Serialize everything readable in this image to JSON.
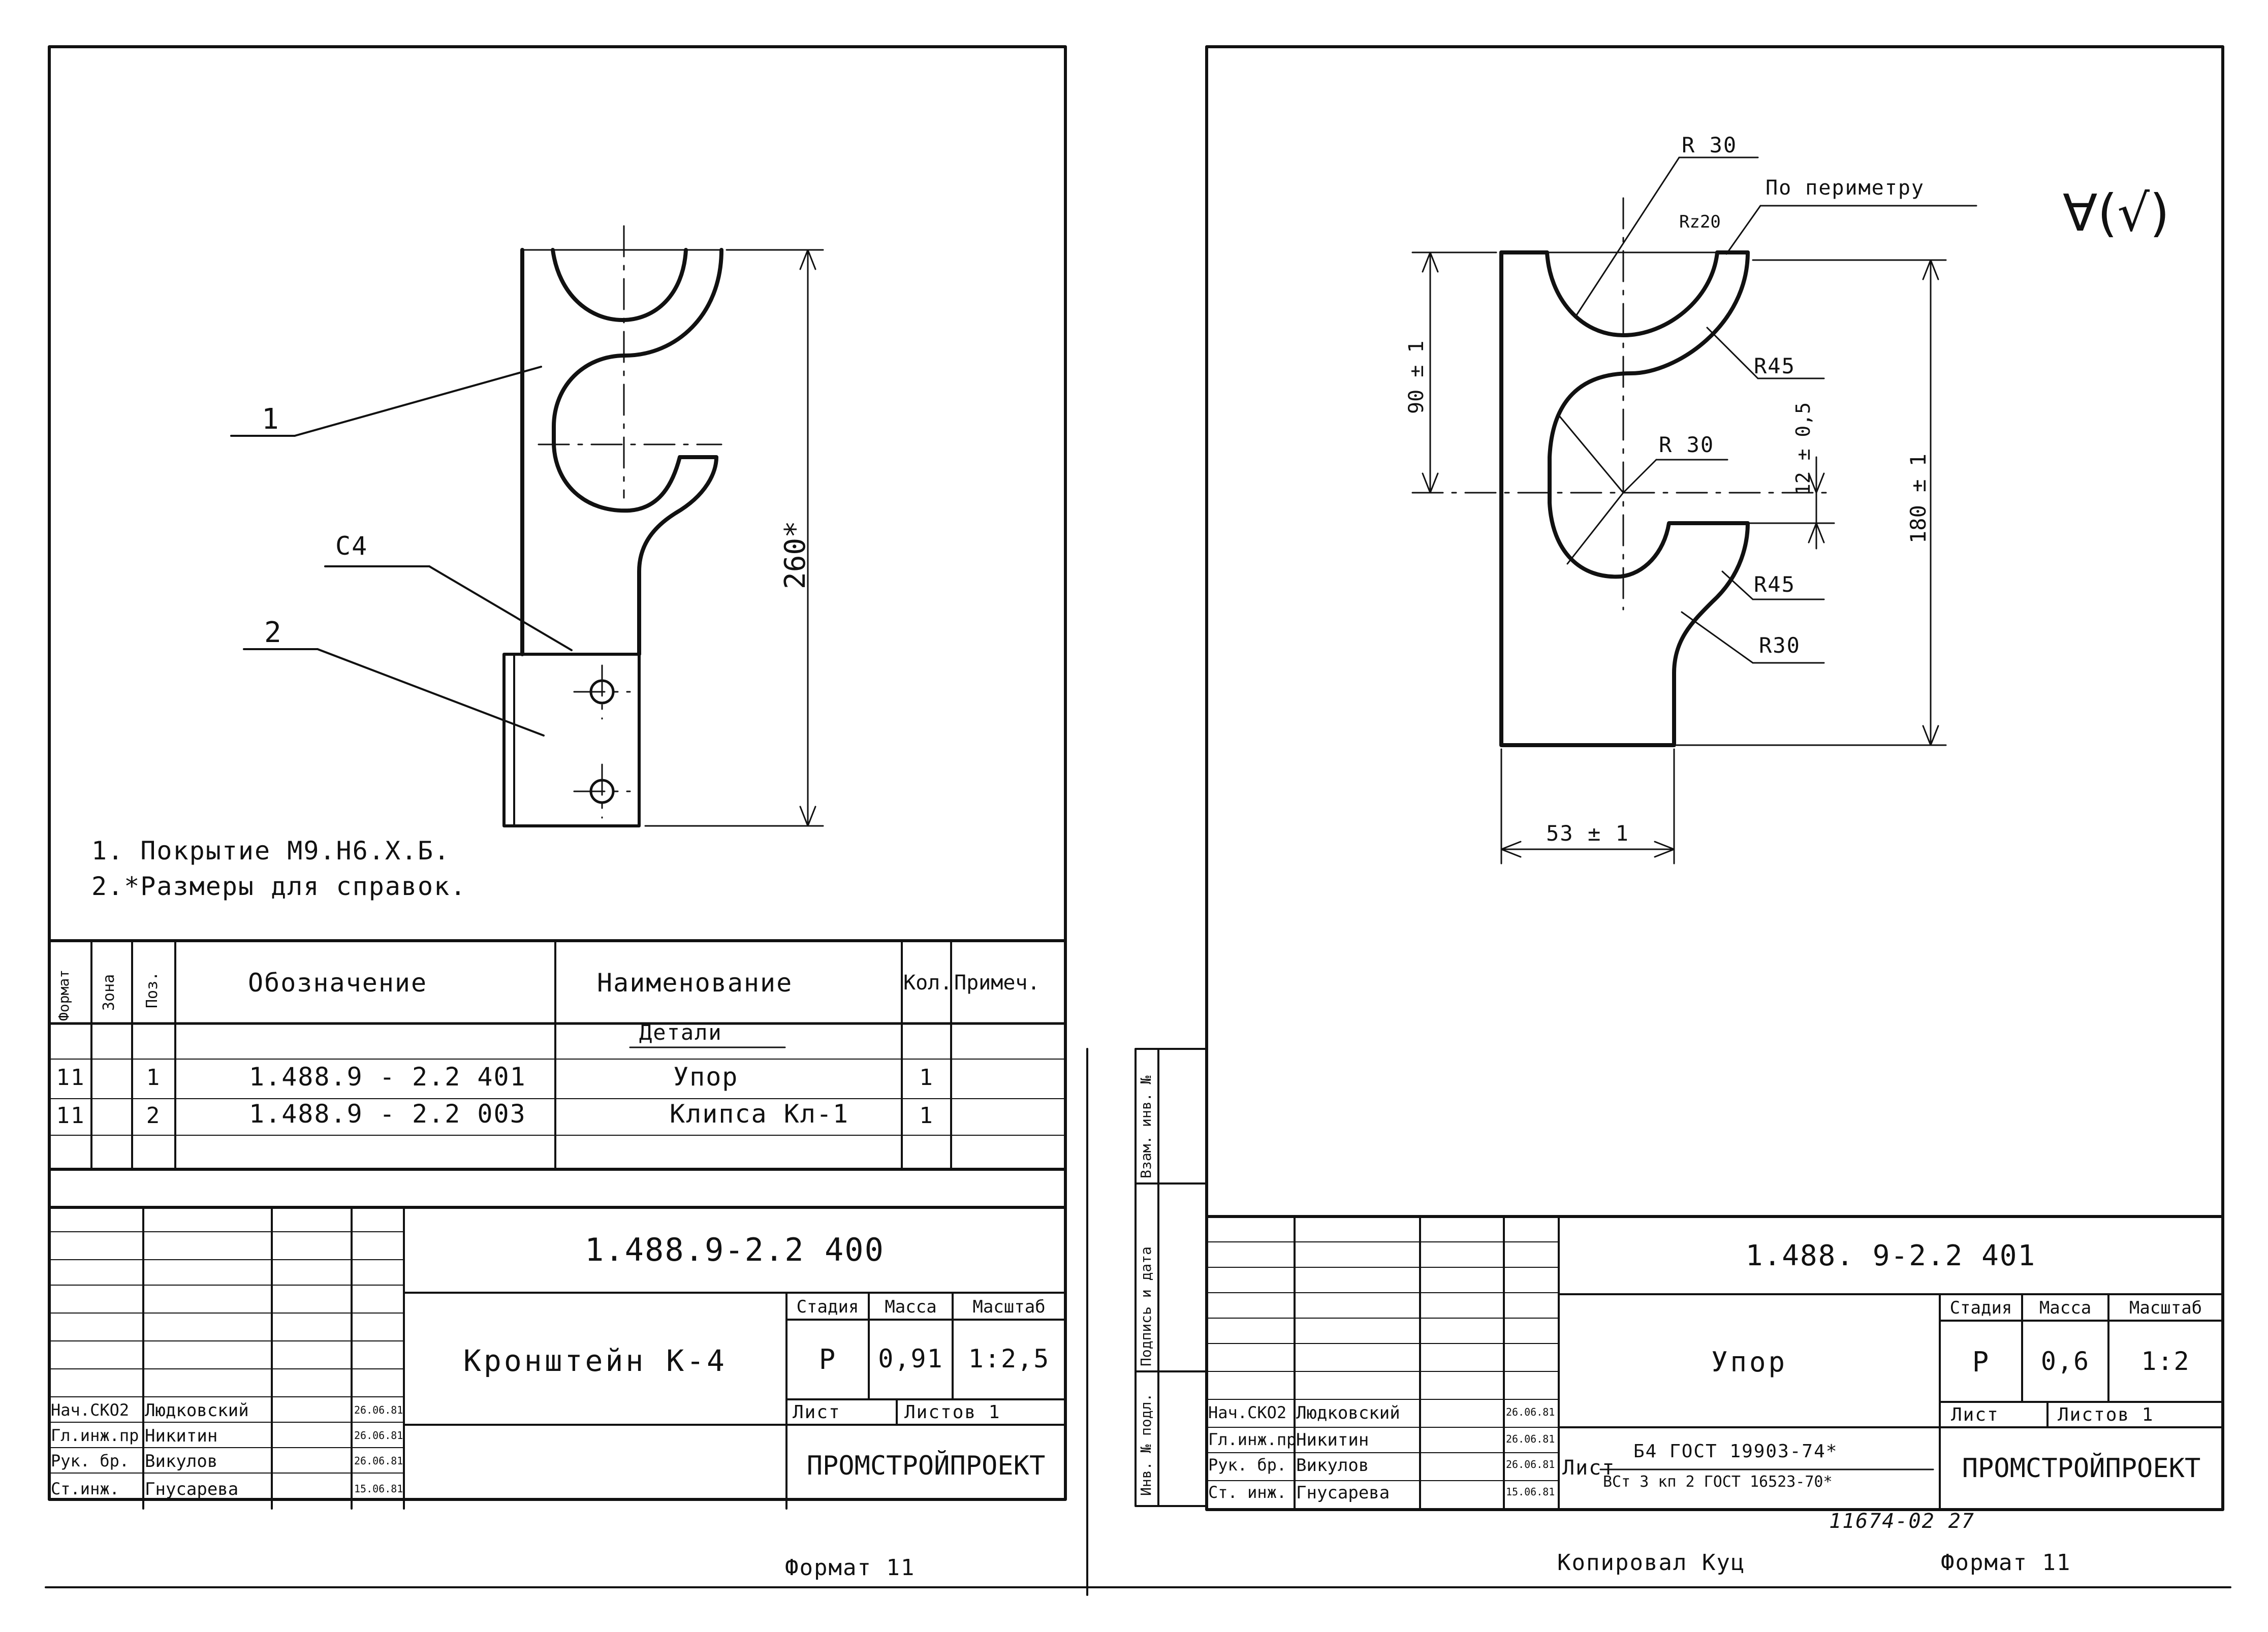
{
  "left_sheet": {
    "callouts": {
      "pos1": "1",
      "pos2": "2",
      "chamfer": "С4"
    },
    "dim_height": "260*",
    "notes": [
      "1. Покрытие М9.Н6.Х.Б.",
      "2.*Размеры для справок."
    ],
    "spec": {
      "headers": {
        "format": "Формат",
        "zone": "Зона",
        "pos": "Поз.",
        "designation": "Обозначение",
        "name": "Наименование",
        "qty": "Кол.",
        "note": "Примеч."
      },
      "section": "Детали",
      "rows": [
        {
          "format": "11",
          "pos": "1",
          "designation": "1.488.9 - 2.2 401",
          "name": "Упор",
          "qty": "1"
        },
        {
          "format": "11",
          "pos": "2",
          "designation": "1.488.9 - 2.2 003",
          "name": "Клипса Кл-1",
          "qty": "1"
        }
      ]
    },
    "title_block": {
      "code": "1.488.9-2.2 400",
      "name": "Кронштейн К-4",
      "stage_label": "Стадия",
      "mass_label": "Масса",
      "scale_label": "Масштаб",
      "stage": "Р",
      "mass": "0,91",
      "scale": "1:2,5",
      "sheet_label": "Лист",
      "sheets_label": "Листов 1",
      "org": "ПРОМСТРОЙПРОЕКТ",
      "people": [
        {
          "role": "Нач.СКО2",
          "name": "Людковский",
          "date": "26.06.81"
        },
        {
          "role": "Гл.инж.пр",
          "name": "Никитин",
          "date": "26.06.81"
        },
        {
          "role": "Рук. бр.",
          "name": "Викулов",
          "date": "26.06.81"
        },
        {
          "role": "Ст.инж.",
          "name": "Гнусарева",
          "date": "15.06.81"
        }
      ]
    },
    "footer": "Формат 11"
  },
  "right_sheet": {
    "dims": {
      "r30_top": "R 30",
      "perimeter": "По периметру",
      "rz": "Rz20",
      "r45_top": "R45",
      "r30_mid": "R 30",
      "h90": "90 ± 1",
      "h12": "12 ± 0,5",
      "r45_bot": "R45",
      "r30_bot": "R30",
      "h180": "180 ± 1",
      "w53": "53 ± 1"
    },
    "roughness": "∀(√)",
    "side_stamps": [
      "Инв. № подл.",
      "Подпись и дата",
      "Взам. инв. №"
    ],
    "title_block": {
      "code": "1.488. 9-2.2 401",
      "name": "Упор",
      "stage_label": "Стадия",
      "mass_label": "Масса",
      "scale_label": "Масштаб",
      "stage": "Р",
      "mass": "0,6",
      "scale": "1:2",
      "sheet_label": "Лист",
      "sheets_label": "Листов 1",
      "material_label": "Лист",
      "material_top": "Б4 ГОСТ 19903-74*",
      "material_bottom": "ВСт 3 кп 2 ГОСТ 16523-70*",
      "org": "ПРОМСТРОЙПРОЕКТ",
      "people": [
        {
          "role": "Нач.СКО2",
          "name": "Людковский",
          "date": "26.06.81"
        },
        {
          "role": "Гл.инж.пр",
          "name": "Никитин",
          "date": "26.06.81"
        },
        {
          "role": "Рук. бр.",
          "name": "Викулов",
          "date": "26.06.81"
        },
        {
          "role": "Ст. инж.",
          "name": "Гнусарева",
          "date": "15.06.81"
        }
      ]
    },
    "archive_no": "11674-02   27",
    "copied_by": "Копировал  Куц",
    "footer": "Формат 11"
  }
}
